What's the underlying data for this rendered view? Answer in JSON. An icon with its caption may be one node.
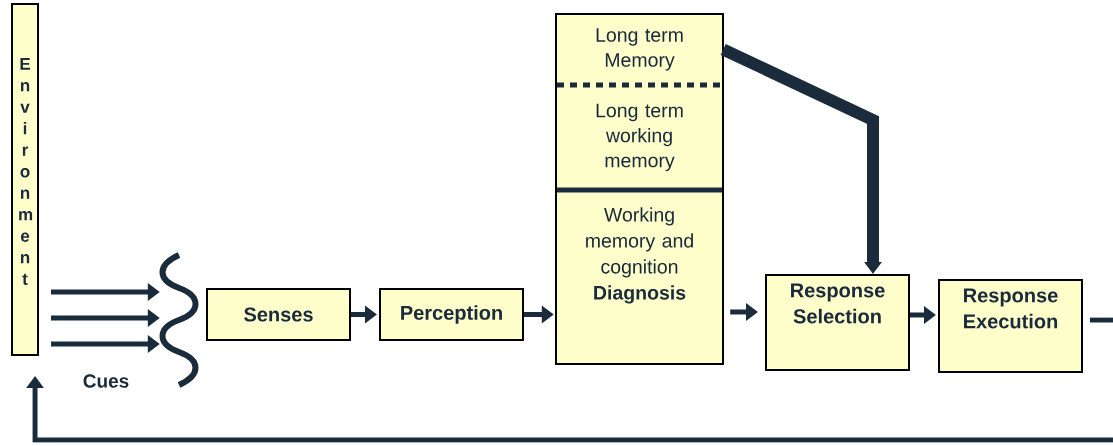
{
  "diagram": {
    "nodes": [
      {
        "text": [
          "Environment"
        ]
      },
      {
        "text": [],
        "shape": "wave"
      },
      {
        "text": [
          "Senses"
        ]
      },
      {
        "text": [
          "Perception"
        ]
      },
      {
        "text": [
          "Long term Memory"
        ]
      },
      {
        "text": [
          "Long term working memory"
        ]
      },
      {
        "text": [
          "Working memory and cognition **Diagnosis**"
        ]
      },
      {
        "text": [
          "Response Selection"
        ]
      },
      {
        "text": [
          "Response Execution"
        ]
      }
    ],
    "edges": [
      {
        "from": 0,
        "to": 1,
        "arrow": "to"
      },
      {
        "from": 0,
        "to": 1,
        "arrow": "to"
      },
      {
        "from": 0,
        "to": 1,
        "arrow": "to"
      },
      {
        "from": 2,
        "to": 3,
        "arrow": "to"
      },
      {
        "from": 3,
        "to": 6,
        "arrow": "to"
      },
      {
        "from": 6,
        "to": 7,
        "arrow": "to"
      },
      {
        "from": 4,
        "to": 7,
        "arrow": "to",
        "style": "thick"
      },
      {
        "from": 7,
        "to": 8,
        "arrow": "to"
      },
      {
        "from": 8,
        "to": null,
        "arrow": "none"
      },
      {
        "from": null,
        "to": 0,
        "arrow": "to"
      }
    ],
    "labels": [
      "Cues"
    ]
  }
}
